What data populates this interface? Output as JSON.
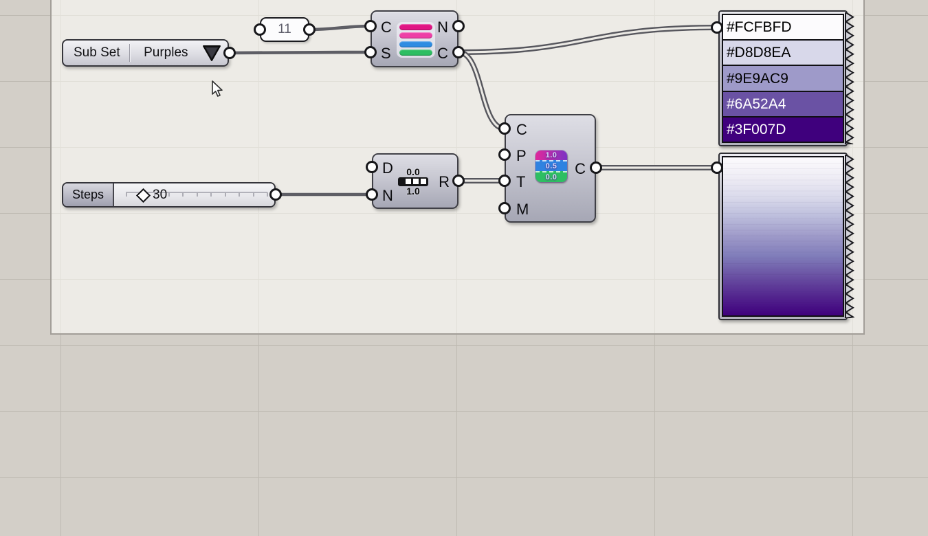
{
  "value_list": {
    "name": "Sub Set",
    "selected": "Purples"
  },
  "number_panel": {
    "value": "11"
  },
  "slider": {
    "name": "Steps",
    "value": "30",
    "tick_count": 11
  },
  "scheme_component": {
    "icon": "color-scheme-icon",
    "inputs": [
      "C",
      "S"
    ],
    "outputs": [
      "N",
      "C"
    ],
    "icon_stripes": [
      "#E01584",
      "#EE3FA6",
      "#2E8CE2",
      "#2DBE62"
    ]
  },
  "range_component": {
    "icon": "range-icon",
    "inputs": [
      "D",
      "N"
    ],
    "outputs": [
      "R"
    ],
    "icon_labels": {
      "top": "0.0",
      "bottom": "1.0"
    }
  },
  "gradient_component": {
    "icon": "gradient-icon",
    "inputs": [
      "C",
      "P",
      "T",
      "M"
    ],
    "outputs": [
      "C"
    ],
    "icon_rows": [
      {
        "label": "1.0",
        "colors": [
          "#E0289B",
          "#7C33C4"
        ]
      },
      {
        "label": "0.5",
        "colors": [
          "#2F82E0",
          "#2F82E0"
        ]
      },
      {
        "label": "0.0",
        "colors": [
          "#2EBE62",
          "#2EBE62"
        ]
      }
    ]
  },
  "hex_panel": {
    "rows": [
      {
        "label": "#FCFBFD",
        "bg": "#FCFBFD",
        "fg": "#000000"
      },
      {
        "label": "#D8D8EA",
        "bg": "#D8D8EA",
        "fg": "#000000"
      },
      {
        "label": "#9E9AC9",
        "bg": "#9E9AC9",
        "fg": "#000000"
      },
      {
        "label": "#6A52A4",
        "bg": "#6A52A4",
        "fg": "#FFFFFF"
      },
      {
        "label": "#3F007D",
        "bg": "#3F007D",
        "fg": "#FFFFFF"
      }
    ]
  },
  "gradient_panel": {
    "steps": 30,
    "stops": [
      "#FCFBFD",
      "#EFEDF5",
      "#DADAEB",
      "#BCBDDC",
      "#9E9AC9",
      "#807DBA",
      "#6A51A3",
      "#54278F",
      "#3F007D"
    ]
  },
  "colors": {
    "wire": "#56565D",
    "paper": "#EDEBE6",
    "desk": "#D3CFC8"
  }
}
